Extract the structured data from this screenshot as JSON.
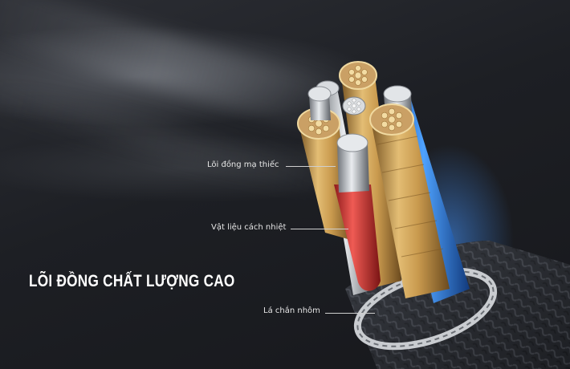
{
  "headline": "LÕI ĐỒNG CHẤT LƯỢNG CAO",
  "callouts": {
    "core": "Lõi đồng mạ thiếc",
    "insulation": "Vật liệu cách nhiệt",
    "shield": "Lá chắn nhôm"
  },
  "colors": {
    "background": "#1f2126",
    "copper": "#c79a52",
    "red_insulation": "#d8413f",
    "blue_insulation": "#2f7de0",
    "braid": "#3a3d44"
  }
}
